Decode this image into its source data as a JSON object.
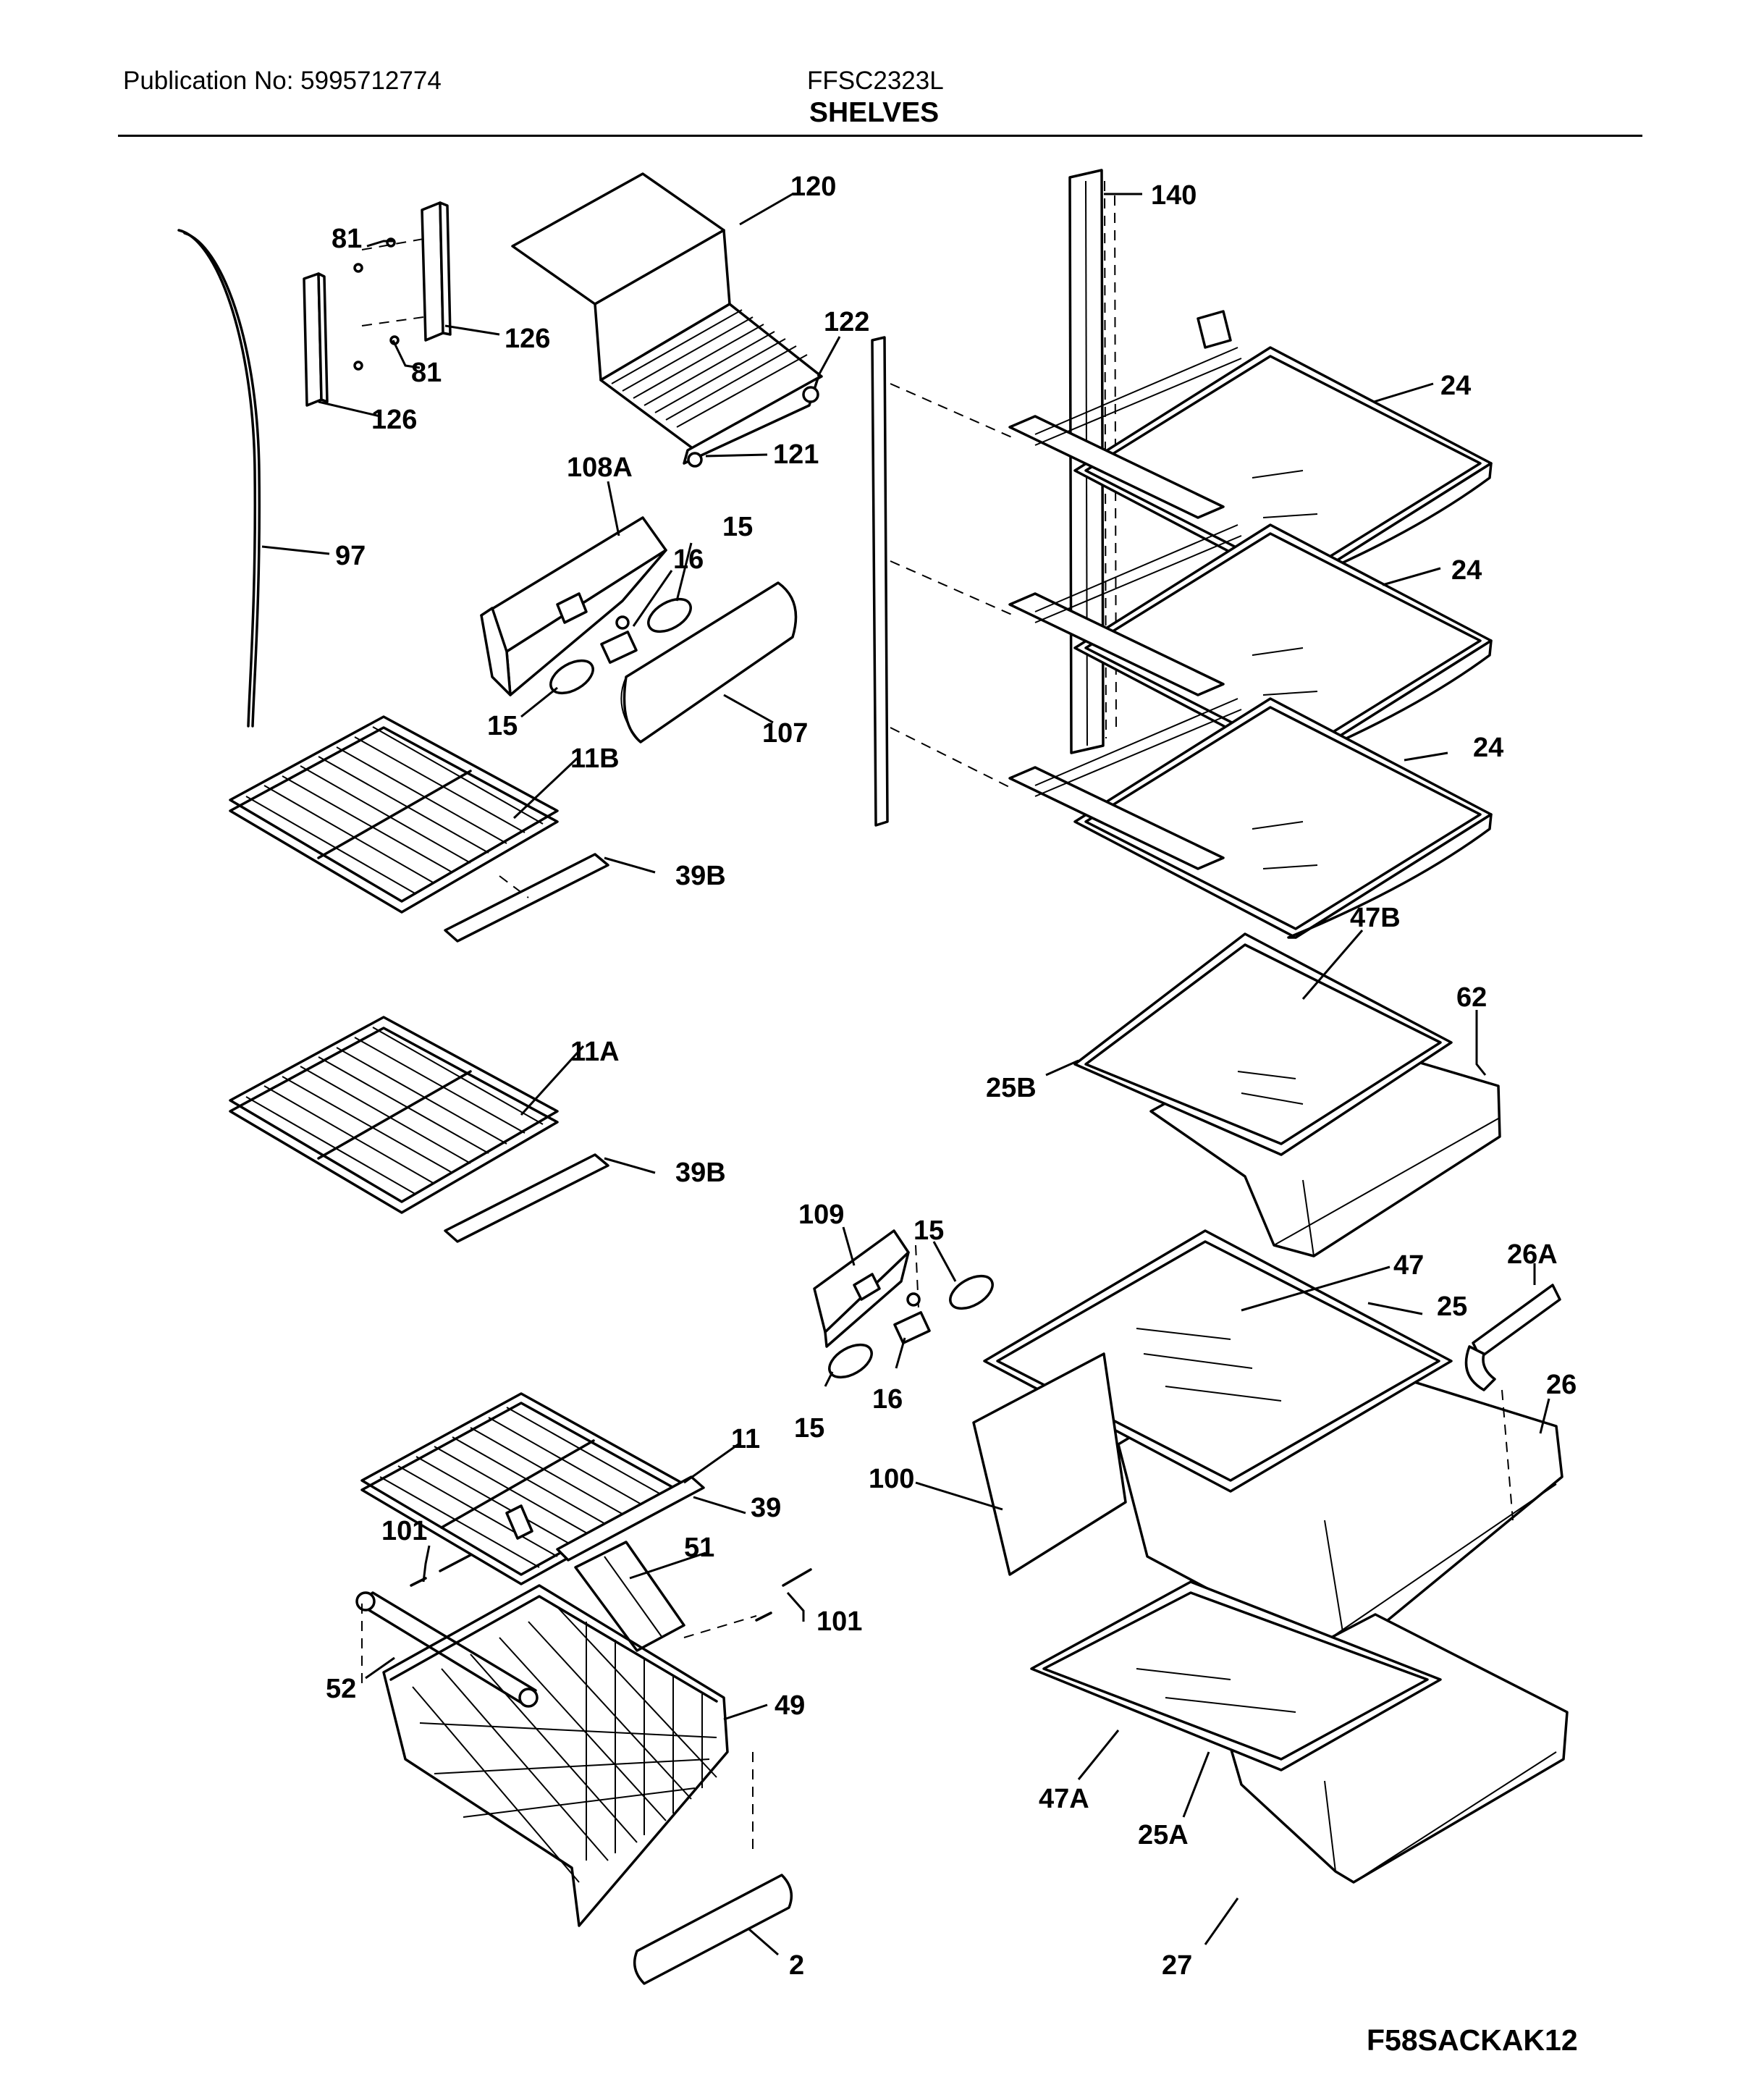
{
  "header": {
    "publication": "Publication No: 5995712774",
    "model": "FFSC2323L",
    "title": "SHELVES"
  },
  "diagram_code": "F58SACKAK12",
  "labels": {
    "p120": "120",
    "p140": "140",
    "p81a": "81",
    "p81b": "81",
    "p126a": "126",
    "p126b": "126",
    "p122": "122",
    "p121": "121",
    "p24a": "24",
    "p24b": "24",
    "p24c": "24",
    "p108A": "108A",
    "p97": "97",
    "p15a": "15",
    "p16a": "16",
    "p15b": "15",
    "p107": "107",
    "p11B": "11B",
    "p39Ba": "39B",
    "p11A": "11A",
    "p39Bb": "39B",
    "p47B": "47B",
    "p62": "62",
    "p25B": "25B",
    "p109": "109",
    "p15c": "15",
    "p15d": "15",
    "p16b": "16",
    "p47": "47",
    "p26A": "26A",
    "p25": "25",
    "p26": "26",
    "p11": "11",
    "p100": "100",
    "p39": "39",
    "p101a": "101",
    "p51": "51",
    "p101b": "101",
    "p52": "52",
    "p49": "49",
    "p47A": "47A",
    "p25A": "25A",
    "p2": "2",
    "p27": "27"
  }
}
